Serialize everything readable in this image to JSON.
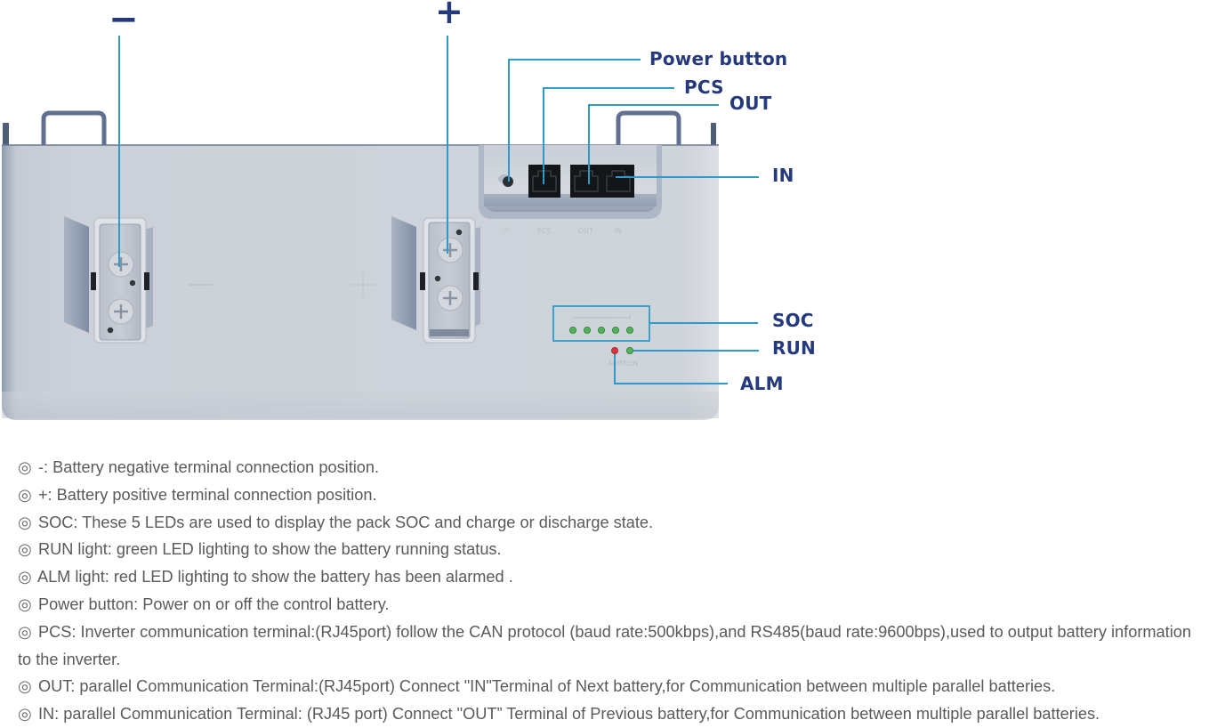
{
  "diagram": {
    "terminals": {
      "negative_sign": "−",
      "positive_sign": "+"
    },
    "callouts": {
      "power_button": "Power button",
      "pcs": "PCS",
      "out": "OUT",
      "in": "IN",
      "soc": "SOC",
      "run": "RUN",
      "alm": "ALM"
    },
    "panel_tags": {
      "power": "⏻",
      "pcs": "PCS",
      "out": "OUT",
      "in": "IN",
      "alm": "ALM",
      "run": "RUN"
    },
    "led_colors": {
      "soc": "#4fb35a",
      "run": "#4fb35a",
      "alm": "#d9323b"
    },
    "soc_led_count": 5,
    "accent_line_color": "#2f9ac8",
    "label_color": "#243a7c"
  },
  "notes": [
    {
      "bullet": "◎",
      "text": "-: Battery negative terminal connection position."
    },
    {
      "bullet": "◎",
      "text": "+: Battery positive terminal connection position."
    },
    {
      "bullet": "◎",
      "text": "SOC: These 5 LEDs are used to display the pack SOC and charge or discharge state."
    },
    {
      "bullet": "◎",
      "text": "RUN light: green LED lighting to show the battery running status."
    },
    {
      "bullet": "◎",
      "text": "ALM light: red LED lighting to show the battery has been alarmed ."
    },
    {
      "bullet": "◎",
      "text": "Power button: Power on or off the control battery."
    },
    {
      "bullet": "◎",
      "text": "PCS: Inverter communication terminal:(RJ45port) follow the CAN protocol (baud rate:500kbps),and RS485(baud rate:9600bps),used to output battery information to the inverter."
    },
    {
      "bullet": "◎",
      "text": "OUT: parallel Communication Terminal:(RJ45port) Connect \"IN\"Terminal of Next battery,for Communication between multiple parallel batteries."
    },
    {
      "bullet": "◎",
      "text": "IN: parallel Communication Terminal: (RJ45 port) Connect \"OUT”   Terminal of Previous battery,for Communication between multiple parallel batteries."
    }
  ]
}
